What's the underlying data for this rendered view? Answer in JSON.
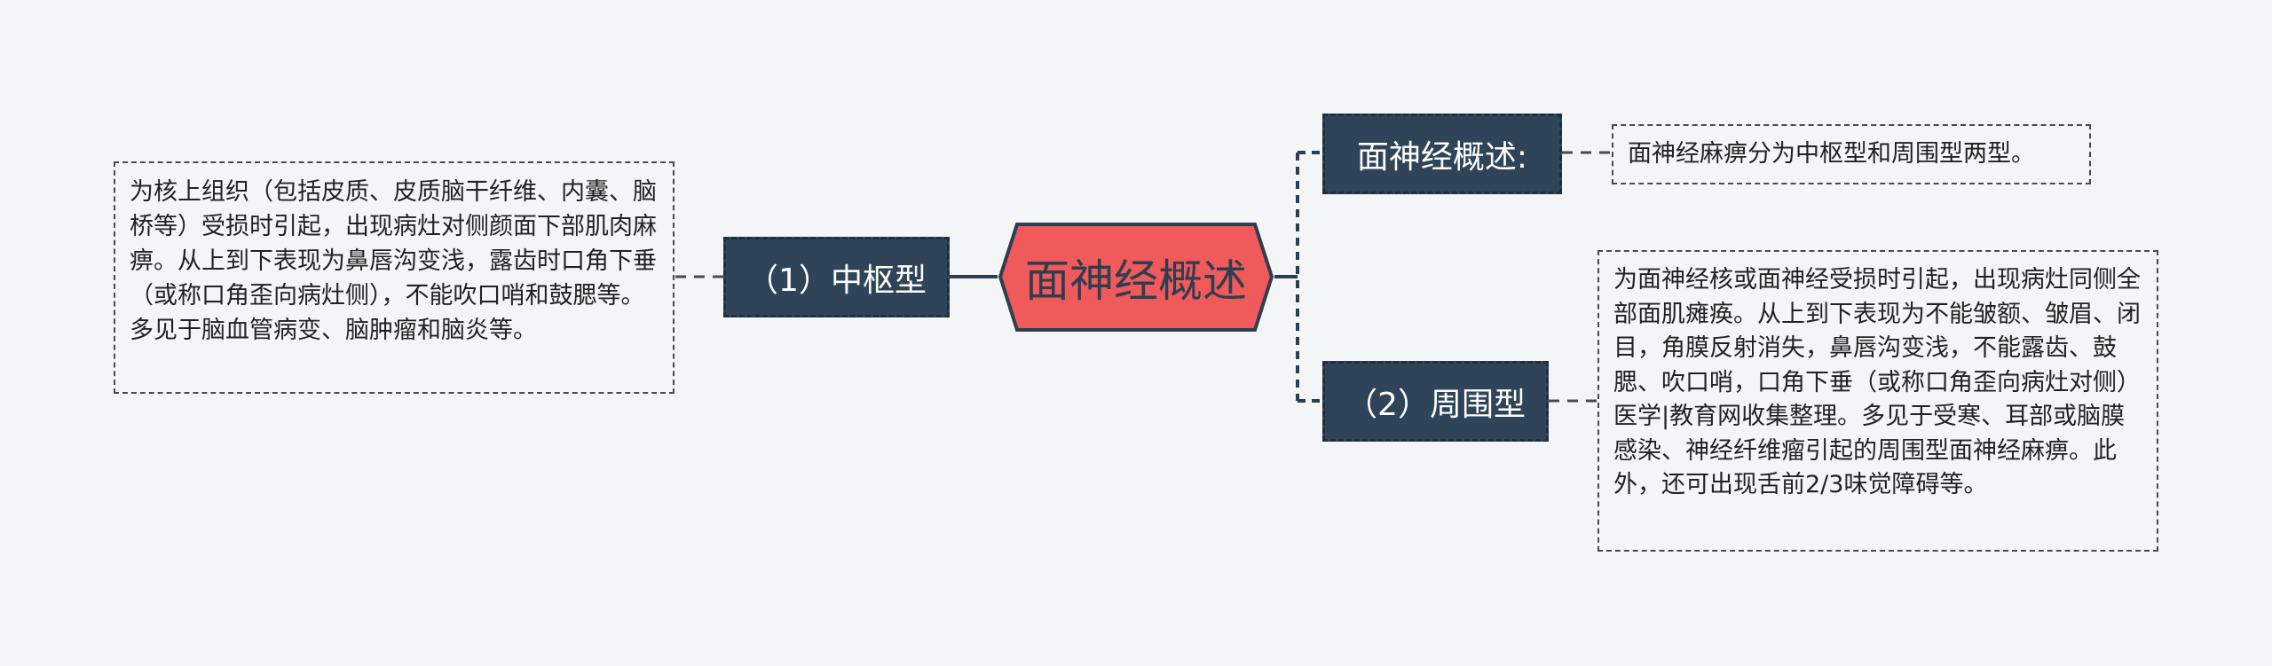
{
  "mindmap": {
    "root": {
      "label": "面神经概述"
    },
    "branches": {
      "central": {
        "label": "（1）中枢型",
        "note": "为核上组织（包括皮质、皮质脑干纤维、内囊、脑桥等）受损时引起，出现病灶对侧颜面下部肌肉麻痹。从上到下表现为鼻唇沟变浅，露齿时口角下垂（或称口角歪向病灶侧），不能吹口哨和鼓腮等。多见于脑血管病变、脑肿瘤和脑炎等。"
      },
      "overview": {
        "label": "面神经概述:",
        "note": "面神经麻痹分为中枢型和周围型两型。"
      },
      "peripheral": {
        "label": "（2）周围型",
        "note": "为面神经核或面神经受损时引起，出现病灶同侧全部面肌瘫痪。从上到下表现为不能皱额、皱眉、闭目，角膜反射消失，鼻唇沟变浅，不能露齿、鼓腮、吹口哨，口角下垂（或称口角歪向病灶对侧）医学|教育网收集整理。多见于受寒、耳部或脑膜感染、神经纤维瘤引起的周围型面神经麻痹。此外，还可出现舌前2/3味觉障碍等。"
      }
    },
    "colors": {
      "root_fill": "#f05a5b",
      "root_border": "#2d3e50",
      "topic_fill": "#2f4459",
      "note_border": "#4a4a4a",
      "background": "#f4f5f7"
    }
  }
}
